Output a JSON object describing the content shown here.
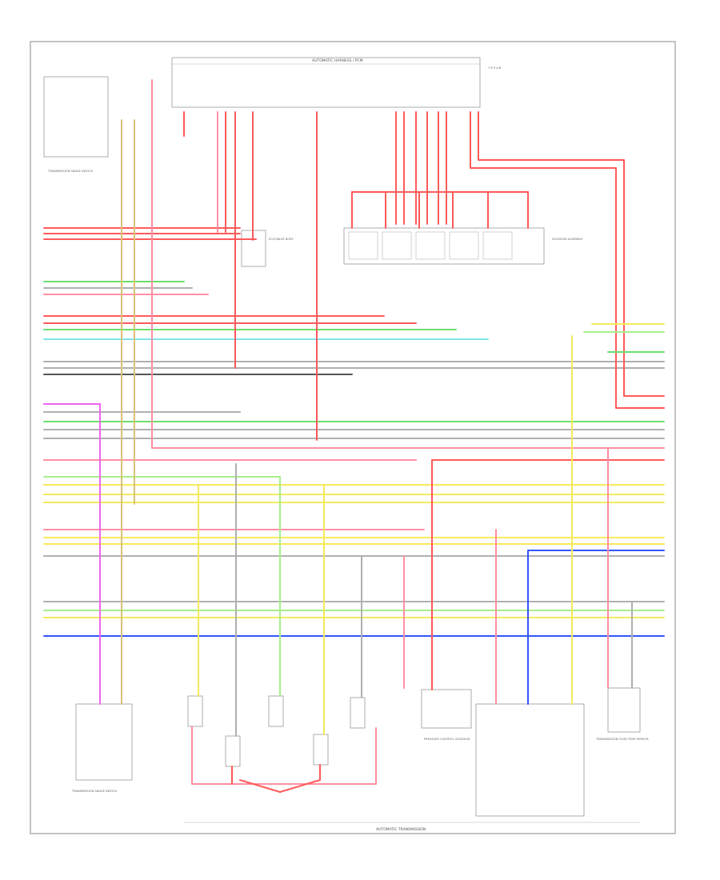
{
  "diagram": {
    "bottom_caption": "AUTOMATIC TRANSMISSION",
    "top_connector_label": "AUTOMATIC HARNESS / PCM",
    "corner_code": "7 8 9 A B",
    "component_notes": {
      "rear_left": "ECU/VALVE BODY",
      "top_left_box": "TRANSMISSION RANGE SWITCH",
      "bottom_left_box": "TRANSMISSION RANGE SWITCH",
      "center_box": "SOLENOID ASSEMBLY",
      "bottom_center": "PRESSURE CONTROL SOLENOID",
      "bottom_right": "TRANSMISSION FLUID TEMP SENSOR"
    },
    "colors": {
      "red": "#ff5a5a",
      "pink": "#ff8fa3",
      "yellow": "#f5ea5a",
      "tan": "#d8c27a",
      "green": "#6ee06e",
      "ltgreen": "#a8ef8c",
      "cyan": "#7fe3ee",
      "blue": "#3355ff",
      "violet": "#ee66ee",
      "grey": "#b0b0b0",
      "black": "#555555"
    }
  }
}
